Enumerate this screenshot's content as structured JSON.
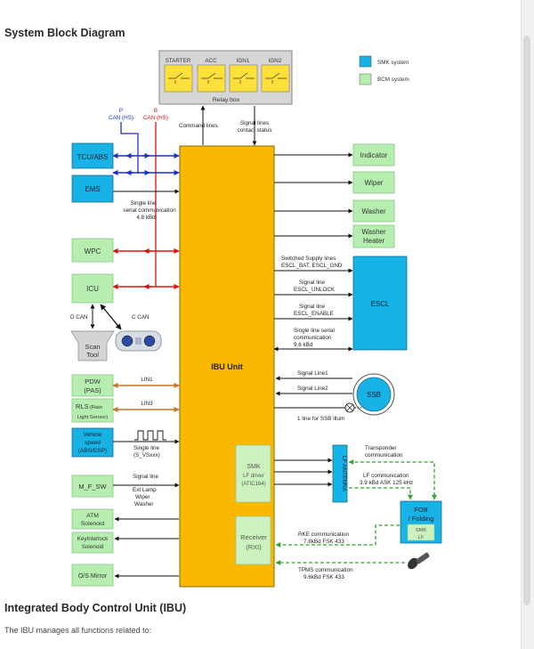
{
  "page": {
    "heading": "System Block Diagram",
    "section_heading": "Integrated Body Control Unit (IBU)",
    "section_text": "The IBU manages all functions related to:"
  },
  "legend": {
    "smk": "SMK system",
    "bcm": "BCM system",
    "smk_color": "#17b2e6",
    "bcm_color": "#b6eeb0"
  },
  "relay": {
    "label": "Relay box",
    "switches": [
      "STARTER",
      "ACC",
      "IGN1",
      "IGN2"
    ]
  },
  "can": {
    "p_line1": "P",
    "p_line2": "CAN (HS)",
    "b_line1": "B",
    "b_line2": "CAN (HS)",
    "d_can": "D CAN",
    "c_can": "C CAN"
  },
  "top_lines": {
    "command": "Command lines",
    "signal1": "Signal lines",
    "signal2": "contact status"
  },
  "left_blocks": {
    "tcu": "TCU/ABS",
    "ems": "EMS",
    "wpc": "WPC",
    "icu": "ICU",
    "scan1": "Scan",
    "scan2": "Tool",
    "pdw1": "PDW",
    "pdw2": "(PAS)",
    "rls1": "RLS",
    "rls1b": "(Rain",
    "rls2": "Light Sensor)",
    "veh1": "Vehicle",
    "veh2": "speed",
    "veh3": "(ABS/ESP)",
    "mfsw": "M_F_SW",
    "atm1": "ATM",
    "atm2": "Solenoid",
    "key1": "KeyInterlock",
    "key2": "Solenoid",
    "os": "O/S Mirror"
  },
  "left_labels": {
    "single1": "Single line",
    "single2": "serial communication",
    "single3": "4.8 kBd",
    "lin1": "LIN1",
    "lin3": "LIN3",
    "sv1": "Single line",
    "sv2": "(S_VSxxx)",
    "sig": "Signal line",
    "ext1": "Ext Lamp",
    "ext2": "Wiper",
    "ext3": "Washer"
  },
  "ibu": {
    "label": "IBU Unit",
    "smk1": "SMK",
    "smk2": "LF driver",
    "smk3": "(ATIC164)",
    "rec1": "Receiver",
    "rec2": "(RXI)"
  },
  "right_blocks": {
    "indicator": "Indicator",
    "wiper": "Wiper",
    "washer": "Washer",
    "wh1": "Washer",
    "wh2": "Heater",
    "escl": "ESCL",
    "ssb": "SSB",
    "lf": "LF ANTENNA",
    "fob1": "FOB",
    "fob2": "/ Folding",
    "fob_smk1": "SMK",
    "fob_smk2": "LF"
  },
  "right_labels": {
    "sw1": "Switched Supply lines",
    "sw2": "ESCL_BAT, ESCL_GND",
    "sl1a": "Signal line",
    "sl1b": "ESCL_UNLOCK",
    "sl2a": "Signal line",
    "sl2b": "ESCL_ENABLE",
    "ser1": "Single line serial",
    "ser2": "communication",
    "ser3": "9.6 kBd",
    "ssb1": "Signal Line1",
    "ssb2": "Signal Line2",
    "illum": "1 line for SSB illum",
    "tr1": "Transponder",
    "tr2": "communication",
    "lfc1": "LF communication",
    "lfc2": "3.9 kBd ASK 125 kHz",
    "rke1": "RKE communication",
    "rke2": "7.8kBd FSK 433",
    "tpms1": "TPMS communication",
    "tpms2": "9.6kBd FSK 433"
  }
}
